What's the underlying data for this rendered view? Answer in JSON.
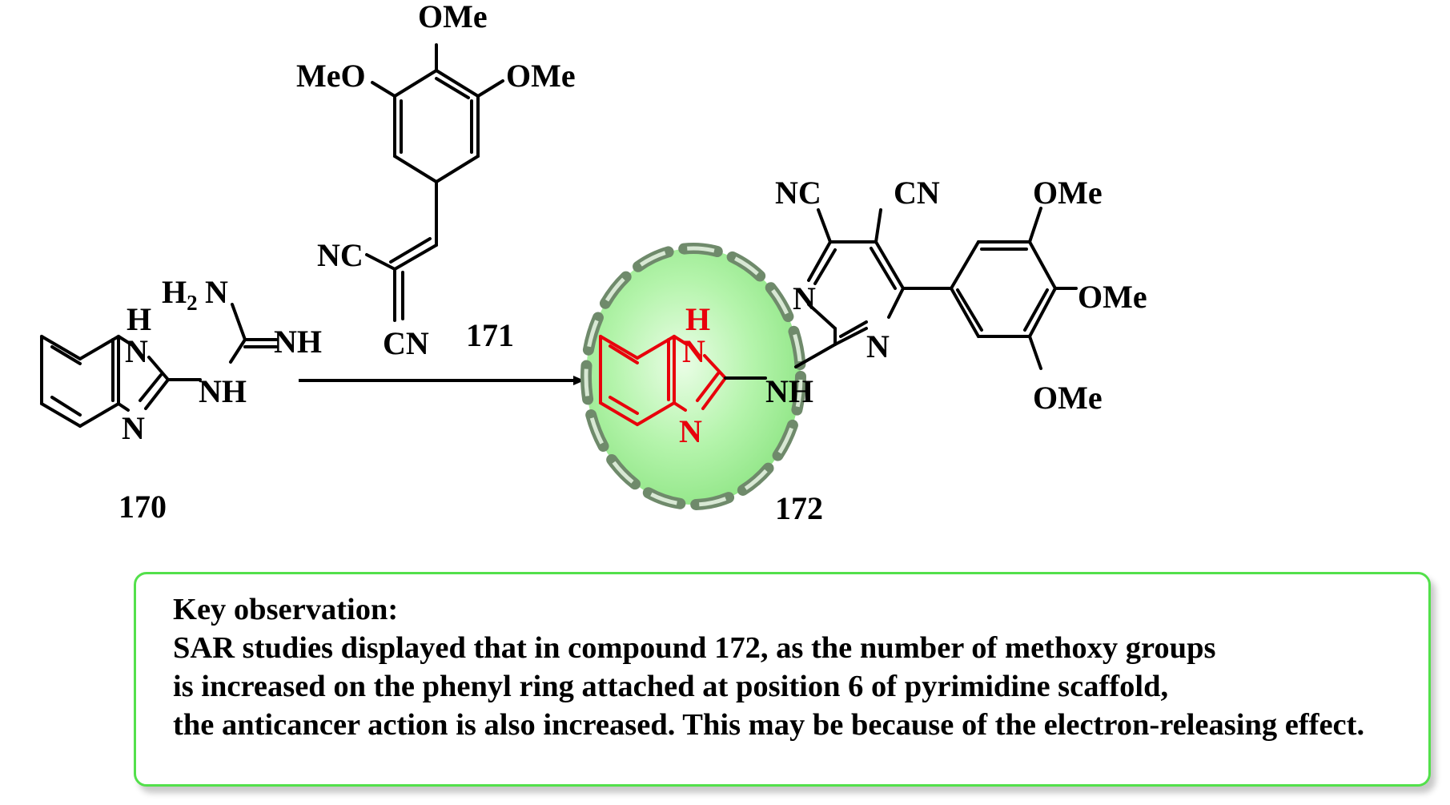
{
  "compounds": {
    "c170": {
      "id": "170",
      "atoms": {
        "nh_top": "N",
        "h_top": "H",
        "n_bottom": "N",
        "h2": "H",
        "h2_sub": "2",
        "n_amine": "N",
        "nh_imine": "NH",
        "nh_link": "NH"
      }
    },
    "c171": {
      "id": "171",
      "atoms": {
        "ome_top": "OMe",
        "meo_left": "MeO",
        "ome_right": "OMe",
        "nc_left": "NC",
        "cn_bottom": "CN"
      }
    },
    "c172": {
      "id": "172",
      "atoms": {
        "nc_left": "NC",
        "cn_right": "CN",
        "n_pyr_top": "N",
        "n_pyr_bottom": "N",
        "nh_link": "NH",
        "n_bzi_top": "N",
        "h_bzi_top": "H",
        "n_bzi_bottom": "N",
        "ome_top": "OMe",
        "ome_mid": "OMe",
        "ome_bottom": "OMe"
      }
    }
  },
  "highlight_colors": {
    "ring": "#e8000b",
    "glow": "#a8f3a0",
    "glow_edge": "#6f8a6b",
    "box_border": "#53e04b"
  },
  "observation": {
    "heading": "Key observation:",
    "lines": [
      "SAR studies displayed that in compound 172, as the number of methoxy groups",
      "is increased on the phenyl ring attached at position 6 of pyrimidine scaffold,",
      "the anticancer action is also increased. This may be because of the electron-releasing effect."
    ]
  }
}
